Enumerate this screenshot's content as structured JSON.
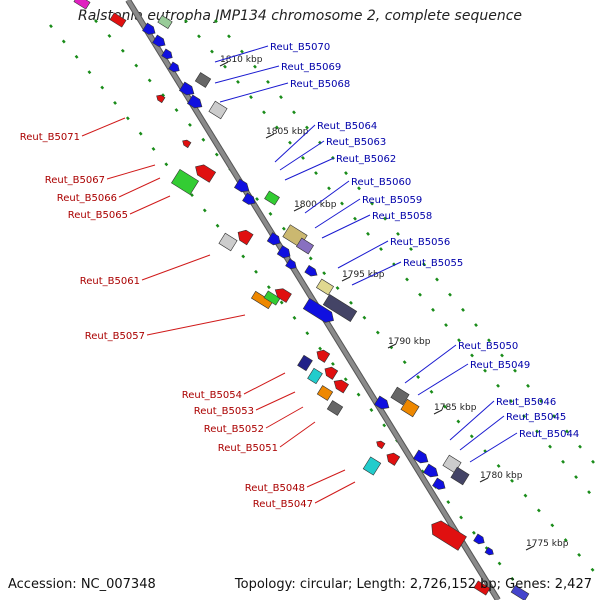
{
  "title": "Ralstonia eutropha JMP134 chromosome 2, complete sequence",
  "accession_label": "Accession: NC_007348",
  "summary_label": "Topology: circular; Length: 2,726,152 bp; Genes: 2,427",
  "colors": {
    "backbone": "#8a8a8a",
    "tick_dot": "#1a8c1a",
    "forward_gene": "#1010e0",
    "reverse_gene": "#e01010",
    "label_forward": "#0000aa",
    "label_reverse": "#aa0000"
  },
  "kbp_ticks": [
    "1810 kbp",
    "1805 kbp",
    "1800 kbp",
    "1795 kbp",
    "1790 kbp",
    "1785 kbp",
    "1780 kbp",
    "1775 kbp"
  ],
  "gene_labels_right": [
    "Reut_B5070",
    "Reut_B5069",
    "Reut_B5068",
    "Reut_B5064",
    "Reut_B5063",
    "Reut_B5062",
    "Reut_B5060",
    "Reut_B5059",
    "Reut_B5058",
    "Reut_B5056",
    "Reut_B5055",
    "Reut_B5050",
    "Reut_B5049",
    "Reut_B5046",
    "Reut_B5045",
    "Reut_B5044"
  ],
  "gene_labels_left": [
    "Reut_B5071",
    "Reut_B5067",
    "Reut_B5066",
    "Reut_B5065",
    "Reut_B5061",
    "Reut_B5057",
    "Reut_B5054",
    "Reut_B5053",
    "Reut_B5052",
    "Reut_B5051",
    "Reut_B5048",
    "Reut_B5047"
  ]
}
